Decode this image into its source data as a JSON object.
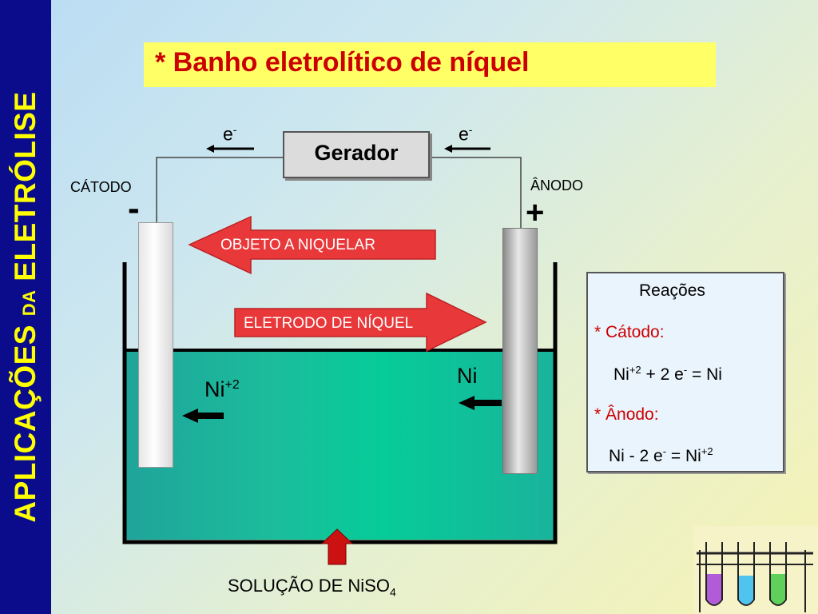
{
  "sidebar": {
    "part1": "APLICAÇÕES",
    "part2": "DA",
    "part3": "ELETRÓLISE"
  },
  "title": "* Banho eletrolítico de níquel",
  "generator": {
    "label": "Gerador"
  },
  "electron_left": "e",
  "electron_right": "e",
  "electron_sup": "-",
  "cathode": {
    "label": "CÁTODO",
    "sign": "-"
  },
  "anode": {
    "label": "ÂNODO",
    "sign": "+"
  },
  "arrows": {
    "object": "OBJETO A NIQUELAR",
    "electrode": "ELETRODO DE NÍQUEL"
  },
  "ions": {
    "left_base": "Ni",
    "left_charge": "+2",
    "right": "Ni"
  },
  "reactions": {
    "title": "Reações",
    "cathode_title": "* Cátodo:",
    "cathode_eq_a": "Ni",
    "cathode_eq_a_sup": "+2",
    "cathode_eq_b": " + 2 e",
    "cathode_eq_b_sup": "-",
    "cathode_eq_c": " = Ni",
    "anode_title": "* Ânodo:",
    "anode_eq_a": "Ni - 2 e",
    "anode_eq_a_sup": "-",
    "anode_eq_b": " = Ni",
    "anode_eq_b_sup": "+2"
  },
  "solution": {
    "label": "SOLUÇÃO DE NiSO",
    "subscript": "4"
  },
  "colors": {
    "sidebar_bg": "#0b0c8c",
    "sidebar_text": "#ffff00",
    "title_bg": "#ffff66",
    "title_text": "#cc0000",
    "arrow_fill": "#e8383a",
    "liquid": "#1bbd9c"
  },
  "icons": [
    "test-tubes-icon",
    "electron-arrow-icon"
  ]
}
